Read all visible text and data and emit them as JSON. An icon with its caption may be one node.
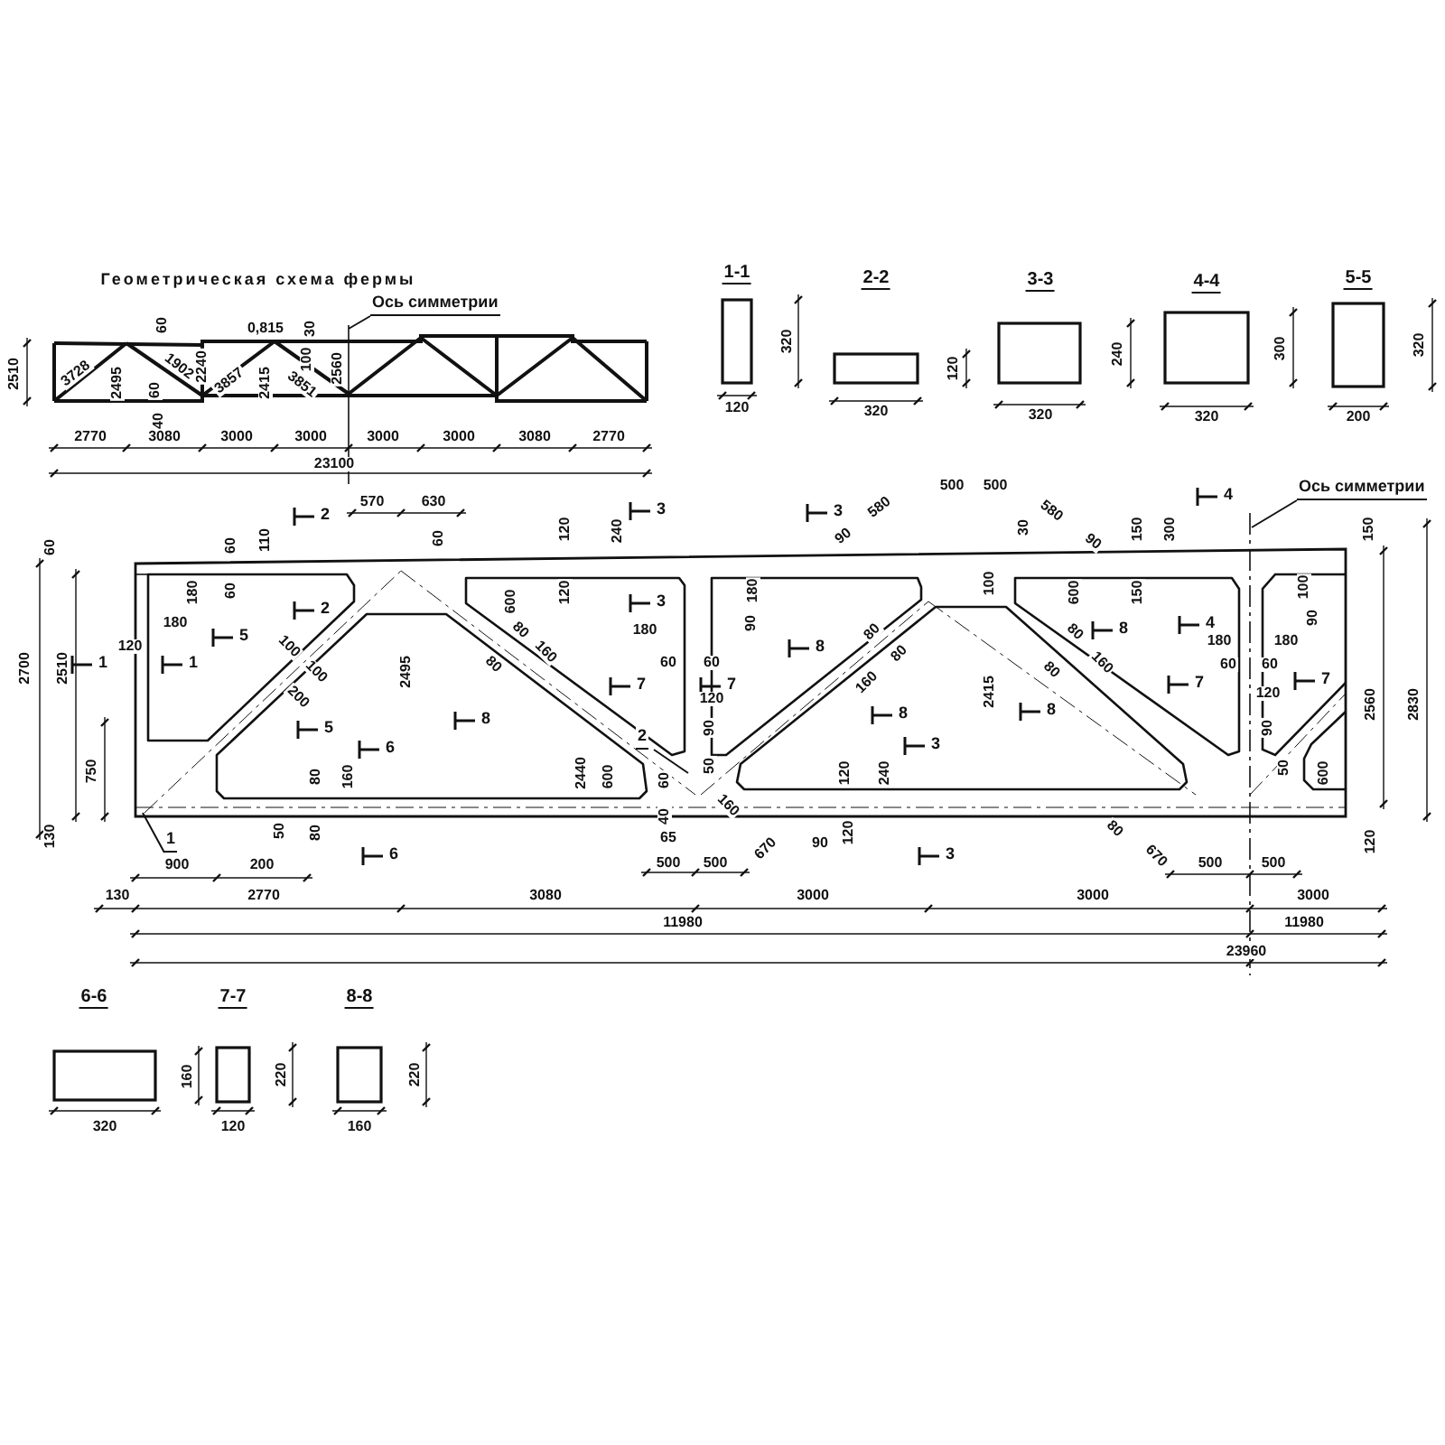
{
  "diagram": {
    "nodes": [
      {
        "text": [
          "Ось симметрии"
        ]
      },
      {
        "text": [
          "Ось симметрии"
        ]
      },
      {
        "text": [
          "2"
        ]
      },
      {
        "text": [
          "1"
        ]
      }
    ],
    "edges": [
      {
        "from": 0,
        "to": null,
        "arrow": "none"
      },
      {
        "from": 1,
        "to": null,
        "arrow": "none"
      },
      {
        "from": 2,
        "to": null,
        "arrow": "none"
      },
      {
        "from": 3,
        "to": null,
        "arrow": "none"
      }
    ],
    "labels": [
      "Геометрическая схема фермы",
      "60",
      "0,815",
      "30",
      "100",
      "2510",
      "3728",
      "2495",
      "1902",
      "2240",
      "60",
      "3857",
      "2415",
      "3851",
      "2560",
      "40",
      "2770",
      "3080",
      "3000",
      "3000",
      "3000",
      "3000",
      "3080",
      "2770",
      "23100",
      "1-1",
      "320",
      "120",
      "2-2",
      "120",
      "320",
      "3-3",
      "240",
      "320",
      "4-4",
      "300",
      "320",
      "5-5",
      "320",
      "200",
      "570",
      "630",
      "2",
      "3",
      "3",
      "580",
      "500",
      "500",
      "580",
      "4",
      "60",
      "60",
      "110",
      "60",
      "120",
      "240",
      "90",
      "30",
      "90",
      "150",
      "300",
      "150",
      "60",
      "180",
      "2",
      "600",
      "120",
      "3",
      "100",
      "600",
      "150",
      "100",
      "180",
      "180",
      "180",
      "90",
      "4",
      "180",
      "180",
      "90",
      "5",
      "120",
      "100",
      "80",
      "160",
      "80",
      "80",
      "8",
      "8",
      "1",
      "1",
      "100",
      "80",
      "60",
      "60",
      "80",
      "160",
      "60",
      "60",
      "2700",
      "2510",
      "7",
      "7",
      "120",
      "160",
      "80",
      "7",
      "120",
      "7",
      "200",
      "2495",
      "2415",
      "2560",
      "2830",
      "8",
      "5",
      "8",
      "8",
      "90",
      "90",
      "6",
      "50",
      "3",
      "50",
      "750",
      "2440",
      "600",
      "80",
      "160",
      "60",
      "120",
      "240",
      "600",
      "160",
      "40",
      "130",
      "50",
      "80",
      "65",
      "90",
      "120",
      "80",
      "120",
      "900",
      "200",
      "6",
      "500",
      "500",
      "670",
      "3",
      "670",
      "500",
      "500",
      "130",
      "2770",
      "3080",
      "3000",
      "3000",
      "3000",
      "11980",
      "11980",
      "23960",
      "6-6",
      "160",
      "320",
      "7-7",
      "220",
      "120",
      "8-8",
      "220",
      "160"
    ]
  }
}
